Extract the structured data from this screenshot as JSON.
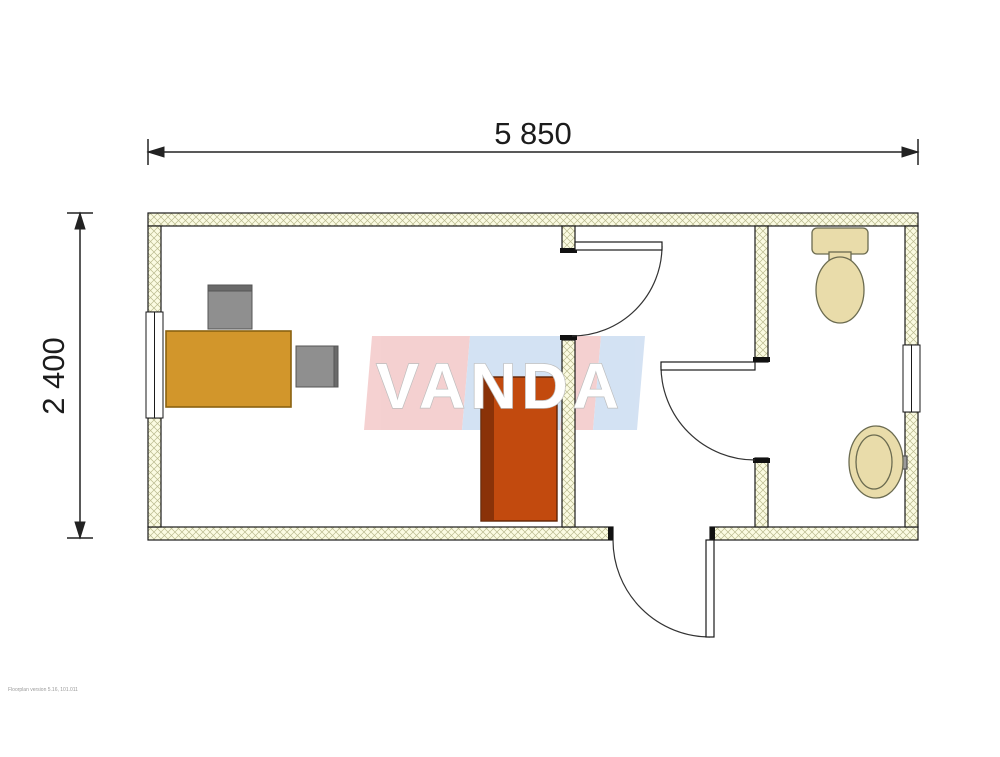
{
  "meta": {
    "drawing_type": "container office floor plan"
  },
  "dimensions": {
    "width_label": "5 850",
    "height_label": "2 400"
  },
  "watermark": {
    "text": "VANDA"
  },
  "footer": {
    "note": "Floorplan version 5.16, 101.011"
  },
  "colors": {
    "wall_fill": "#fbfbe2",
    "wall_hatch": "#b9b98e",
    "wall_line": "#1a1a1a",
    "dim_line": "#222222",
    "desk": "#d2962b",
    "desk_edge": "#8a6210",
    "chair": "#8f8f8f",
    "chair_dark": "#6a6a6a",
    "cabinet": "#c24a0e",
    "cabinet_dark": "#8a3208",
    "fixture": "#e9dcaa",
    "fixture_line": "#6b6b50",
    "watermark_red": "#eba3a3",
    "watermark_blue": "#a9c6e8"
  }
}
